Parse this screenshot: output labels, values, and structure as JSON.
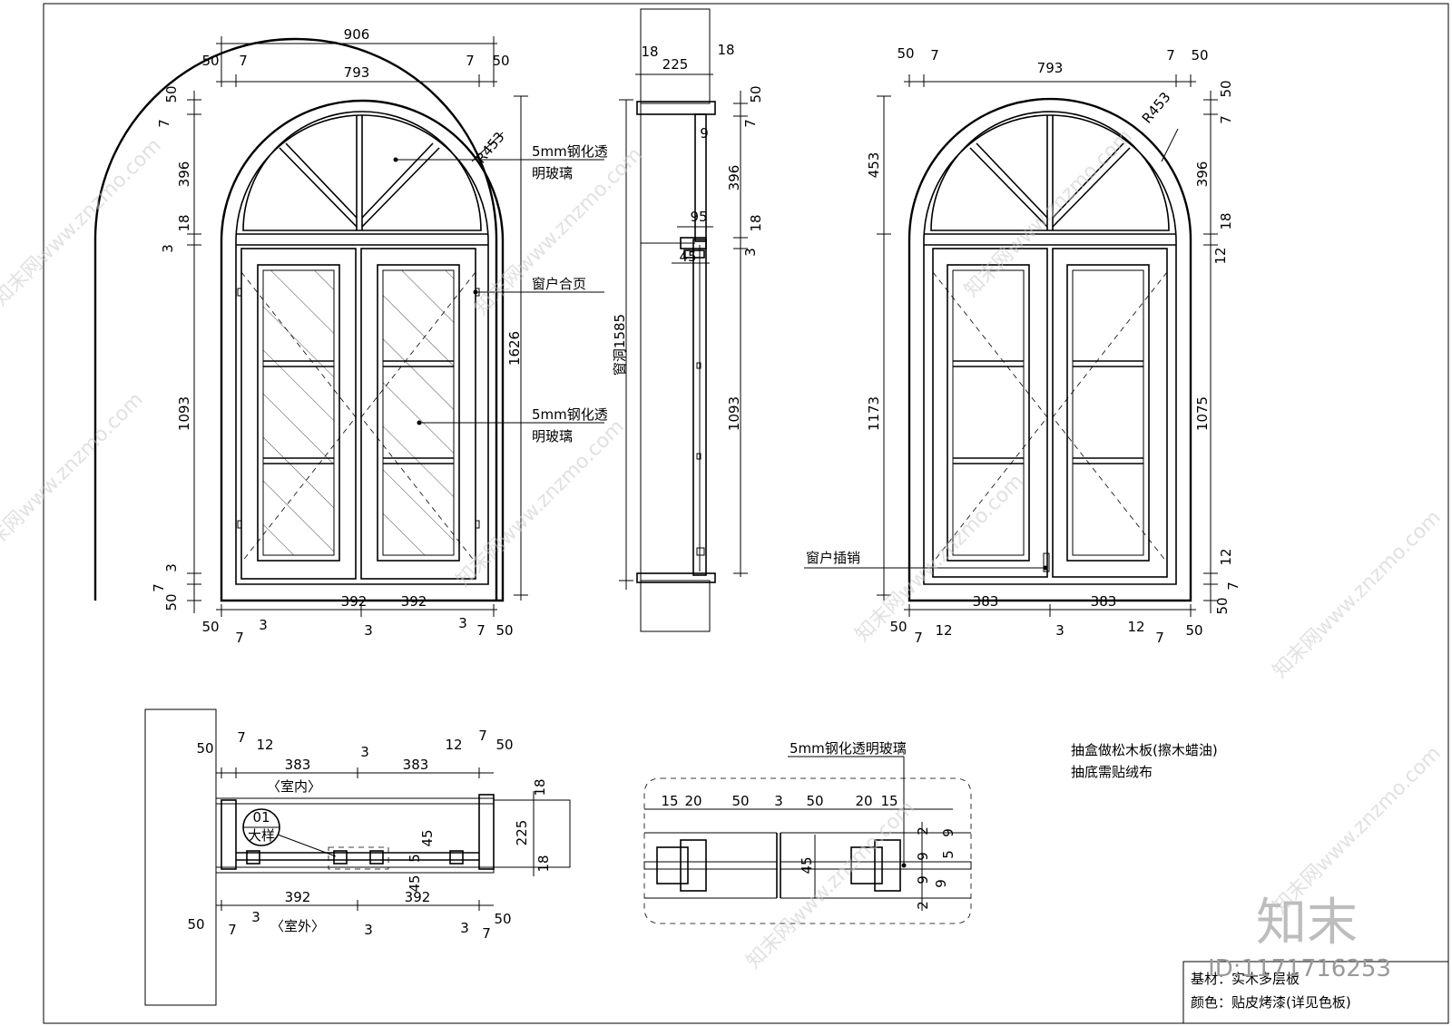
{
  "front_left": {
    "dims": {
      "overall_width": "906",
      "inner_width": "793",
      "side_50_l": "50",
      "side_7_l": "7",
      "side_7_r": "7",
      "side_50_r": "50",
      "left_50_top": "50",
      "left_7_top": "7",
      "arch_396": "396",
      "left_18": "18",
      "left_3": "3",
      "height_1093": "1093",
      "left_3_b": "3",
      "left_7_b": "7",
      "left_50_b": "50",
      "right_1626": "1626",
      "radius": "R453",
      "bottom_392_l": "392",
      "bottom_392_r": "392",
      "bottom_50_l": "50",
      "bottom_7_l": "7",
      "bottom_3_l": "3",
      "bottom_3_m": "3",
      "bottom_3_r": "3",
      "bottom_7_r": "7",
      "bottom_50_r": "50"
    },
    "labels": {
      "glass_top_1": "5mm钢化透",
      "glass_top_2": "明玻璃",
      "hinge": "窗户合页",
      "glass_mid_1": "5mm钢化透",
      "glass_mid_2": "明玻璃"
    }
  },
  "section": {
    "dims": {
      "d18_l": "18",
      "d225": "225",
      "d18_r": "18",
      "d50": "50",
      "d7": "7",
      "d9": "9",
      "d396": "396",
      "d95": "95",
      "d18": "18",
      "d3": "3",
      "d45": "45",
      "d1093": "1093",
      "opening": "窗洞1585"
    }
  },
  "front_right": {
    "dims": {
      "top_50_l": "50",
      "top_7_l": "7",
      "inner_width": "793",
      "top_7_r": "7",
      "top_50_r": "50",
      "radius": "R453",
      "left_453": "453",
      "left_1173": "1173",
      "right_50": "50",
      "right_7": "7",
      "right_396": "396",
      "right_18": "18",
      "right_12": "12",
      "right_1075": "1075",
      "right_12_b": "12",
      "right_7_b": "7",
      "right_50_b": "50",
      "bottom_383_l": "383",
      "bottom_383_r": "383",
      "bottom_50_l": "50",
      "bottom_7_l": "7",
      "bottom_12_l": "12",
      "bottom_3": "3",
      "bottom_12_r": "12",
      "bottom_7_r": "7",
      "bottom_50_r": "50"
    },
    "labels": {
      "latch": "窗户插销"
    }
  },
  "plan": {
    "dims": {
      "top_50": "50",
      "top_7_l": "7",
      "top_12_l": "12",
      "top_383_l": "383",
      "top_3": "3",
      "top_383_r": "383",
      "top_12_r": "12",
      "top_7_r": "7",
      "top_50_r": "50",
      "right_18": "18",
      "right_225": "225",
      "right_18_b": "18",
      "d45_a": "45",
      "d5": "5",
      "d45_b": "45",
      "bot_392_l": "392",
      "bot_392_r": "392",
      "bot_50": "50",
      "bot_7_l": "7",
      "bot_3_l": "3",
      "bot_3_m": "3",
      "bot_3_r": "3",
      "bot_7_r": "7",
      "bot_50_r": "50"
    },
    "labels": {
      "inside": "〈室内〉",
      "outside": "〈室外〉",
      "tag_num": "01",
      "tag_txt": "大样"
    }
  },
  "detail": {
    "label": "5mm钢化透明玻璃",
    "dims": {
      "d15_l": "15",
      "d20_l": "20",
      "d50_l": "50",
      "d3": "3",
      "d50_r": "50",
      "d20_r": "20",
      "d15_r": "15",
      "d45": "45",
      "d2_t": "2",
      "d9_t": "9",
      "d9_a": "9",
      "d5": "5",
      "d9_b": "9",
      "d9_c": "9",
      "d2_b": "2"
    }
  },
  "notes": {
    "line1": "抽盒做松木板(擦木蜡油)",
    "line2": "抽底需贴绒布"
  },
  "title_block": {
    "material": "基材：实木多层板",
    "color": "颜色：贴皮烤漆(详见色板)"
  },
  "watermark": {
    "site": "知末网www.znzmo.com",
    "brand": "知末",
    "id": "ID:1171716253"
  }
}
